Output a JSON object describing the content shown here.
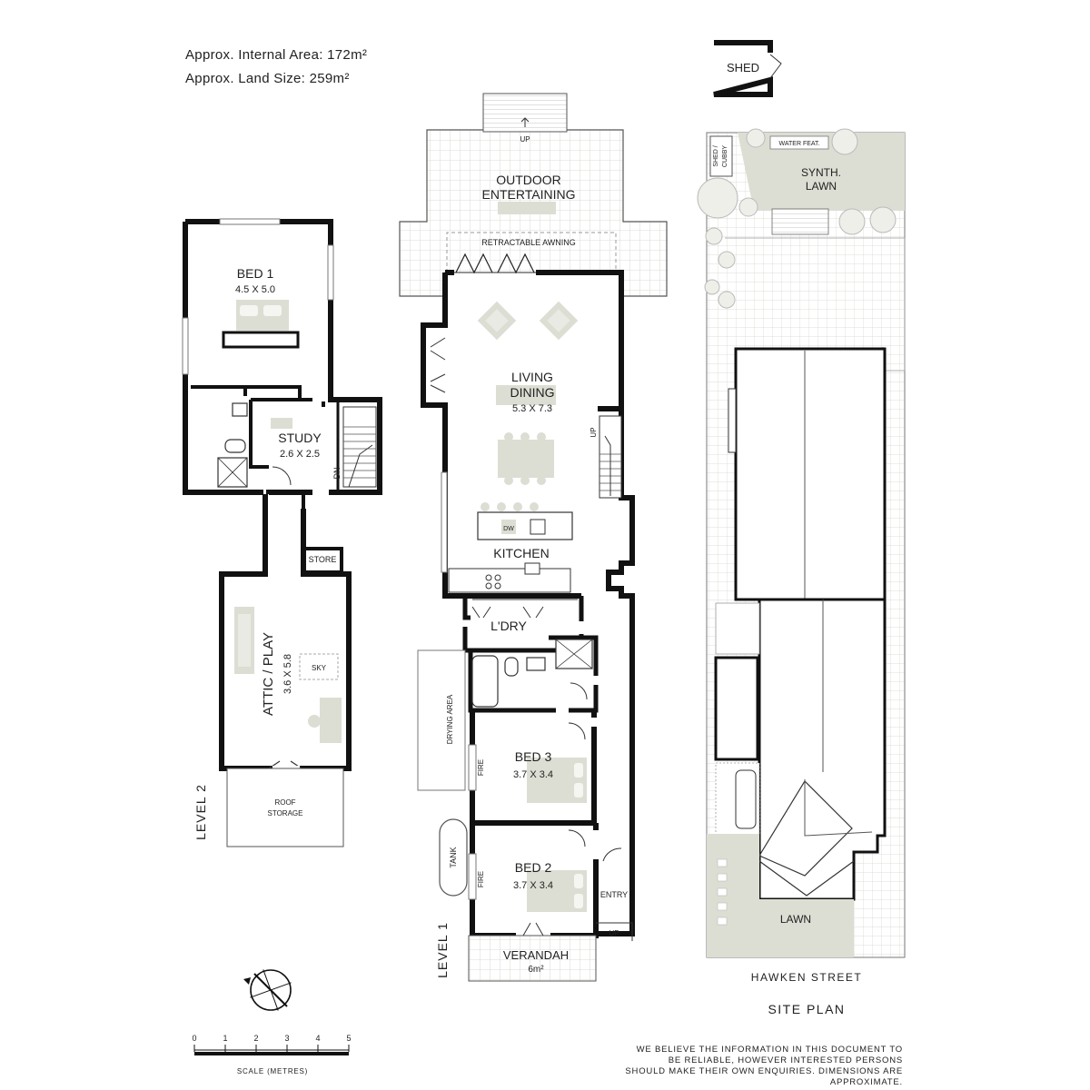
{
  "summary": {
    "internal_area": "Approx. Internal Area: 172m²",
    "land_size": "Approx. Land Size: 259m²"
  },
  "level2": {
    "label": "LEVEL 2",
    "bed1": {
      "name": "BED 1",
      "dims": "4.5 X 5.0"
    },
    "study": {
      "name": "STUDY",
      "dims": "2.6 X 2.5"
    },
    "dn": "DN",
    "store": "STORE",
    "attic": {
      "name": "ATTIC / PLAY",
      "dims": "3.6 X 5.8"
    },
    "sky": "SKY",
    "roof_storage": [
      "ROOF",
      "STORAGE"
    ]
  },
  "level1": {
    "label": "LEVEL 1",
    "up_top": "UP",
    "outdoor": [
      "OUTDOOR",
      "ENTERTAINING"
    ],
    "awning": "RETRACTABLE AWNING",
    "living": [
      "LIVING",
      "DINING"
    ],
    "living_dims": "5.3 X 7.3",
    "up_stair": "UP",
    "dw": "DW",
    "kitchen": "KITCHEN",
    "laundry": "L'DRY",
    "drying": "DRYING AREA",
    "bed3": {
      "name": "BED 3",
      "dims": "3.7 X 3.4"
    },
    "fire1": "FIRE",
    "tank": "TANK",
    "bed2": {
      "name": "BED 2",
      "dims": "3.7 X 3.4"
    },
    "fire2": "FIRE",
    "entry": "ENTRY",
    "up_entry": "UP",
    "verandah": {
      "name": "VERANDAH",
      "area": "6m²"
    }
  },
  "site": {
    "shed": "SHED",
    "shed_cubby": [
      "SHED /",
      "CUBBY"
    ],
    "water_feat": "WATER FEAT.",
    "synth_lawn": [
      "SYNTH.",
      "LAWN"
    ],
    "lawn": "LAWN",
    "street": "HAWKEN STREET",
    "title": "SITE PLAN"
  },
  "scale": {
    "ticks": [
      "0",
      "1",
      "2",
      "3",
      "4",
      "5"
    ],
    "label": "SCALE (METRES)"
  },
  "disclaimer": "WE BELIEVE THE INFORMATION IN THIS DOCUMENT TO BE RELIABLE, HOWEVER INTERESTED PERSONS SHOULD MAKE THEIR OWN ENQUIRIES. DIMENSIONS ARE APPROXIMATE.",
  "colors": {
    "wall": "#111111",
    "fill": "#dcded3",
    "tile_line": "#c9ccc0",
    "window": "#9a9a9a"
  }
}
